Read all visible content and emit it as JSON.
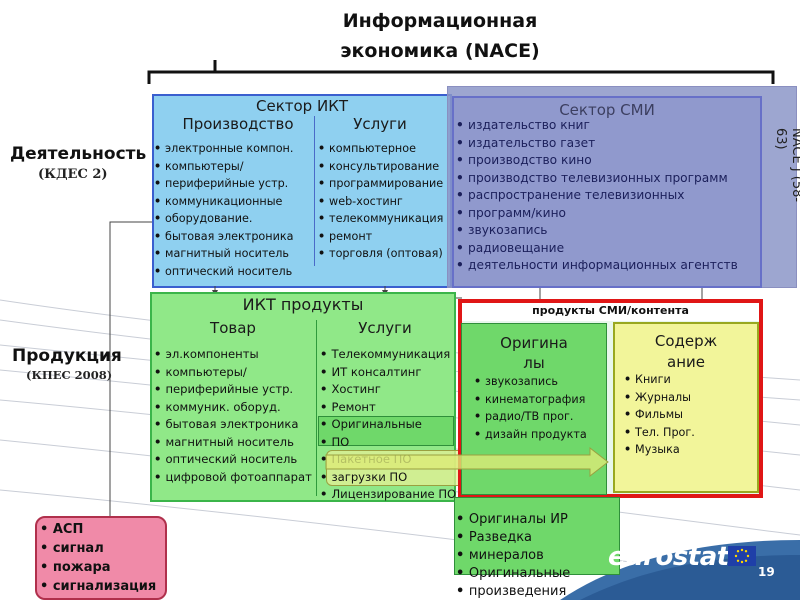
{
  "title_line1": "Информационная",
  "title_line2": "экономика (NACE)",
  "rows": {
    "activity": {
      "label": "Деятельность",
      "sub": "(КДЕС 2)"
    },
    "products": {
      "label": "Продукция",
      "sub": "(КПЕС 2008)"
    }
  },
  "ict_sector": {
    "title": "Сектор ИКТ",
    "production": {
      "header": "Производство",
      "items": [
        "электронные компон.",
        "компьютеры/",
        "периферийные устр.",
        "коммуникационные",
        "оборудование.",
        "бытовая электроника",
        "магнитный носитель",
        "оптический носитель"
      ]
    },
    "services": {
      "header": "Услуги",
      "items": [
        "компьютерное",
        "консультирование",
        "программирование",
        "web-хостинг",
        "телекоммуникация",
        "ремонт",
        "торговля (оптовая)"
      ]
    }
  },
  "media_sector": {
    "title": "Сектор СМИ",
    "nace": "NACE J (58-63)",
    "items": [
      "издательство книг",
      "издательство газет",
      "производство кино",
      "производство телевизионных программ",
      "распространение телевизионных",
      "программ/кино",
      "звукозапись",
      "радиовещание",
      "деятельности информационных агентств"
    ]
  },
  "ict_products": {
    "title": "ИКТ продукты",
    "goods": {
      "header": "Товар",
      "items": [
        "эл.компоненты",
        "компьютеры/",
        "периферийные устр.",
        "коммуник. оборуд.",
        "бытовая электроника",
        "магнитный носитель",
        "оптический носитель",
        "цифровой фотоаппарат"
      ]
    },
    "services": {
      "header": "Услуги",
      "items": [
        "Телекоммуникация",
        "ИТ консалтинг",
        "Хостинг",
        "Ремонт",
        "Оригинальные",
        "ПО",
        "Пакетное ПО",
        "загрузки ПО",
        "Лицензирование ПО"
      ]
    }
  },
  "media_products": {
    "title": "продукты СМИ/контента",
    "originals": {
      "header_line1": "Оригина",
      "header_line2": "лы",
      "items": [
        "звукозапись",
        "кинематография",
        "радио/ТВ прог.",
        "дизайн продукта"
      ]
    },
    "content": {
      "header_line1": "Содерж",
      "header_line2": "ание",
      "items": [
        "Книги",
        "Журналы",
        "Фильмы",
        "Тел. Прог.",
        "Музыка"
      ]
    }
  },
  "ip_box": {
    "items": [
      "Оригиналы ИР",
      "Разведка",
      "минералов",
      "Оригинальные",
      "произведения"
    ]
  },
  "asp_box": {
    "items": [
      "АСП",
      "сигнал",
      "пожара",
      "сигнализация"
    ]
  },
  "footer": {
    "logo": "eurostat",
    "page": "19"
  },
  "colors": {
    "ict_sector": "#8fd0f0",
    "media_sector": "#8c96c8",
    "ict_products": "#90e888",
    "media_products_border": "#e01616",
    "content_box": "#f2f59a",
    "asp_box": "#f08aa8"
  }
}
